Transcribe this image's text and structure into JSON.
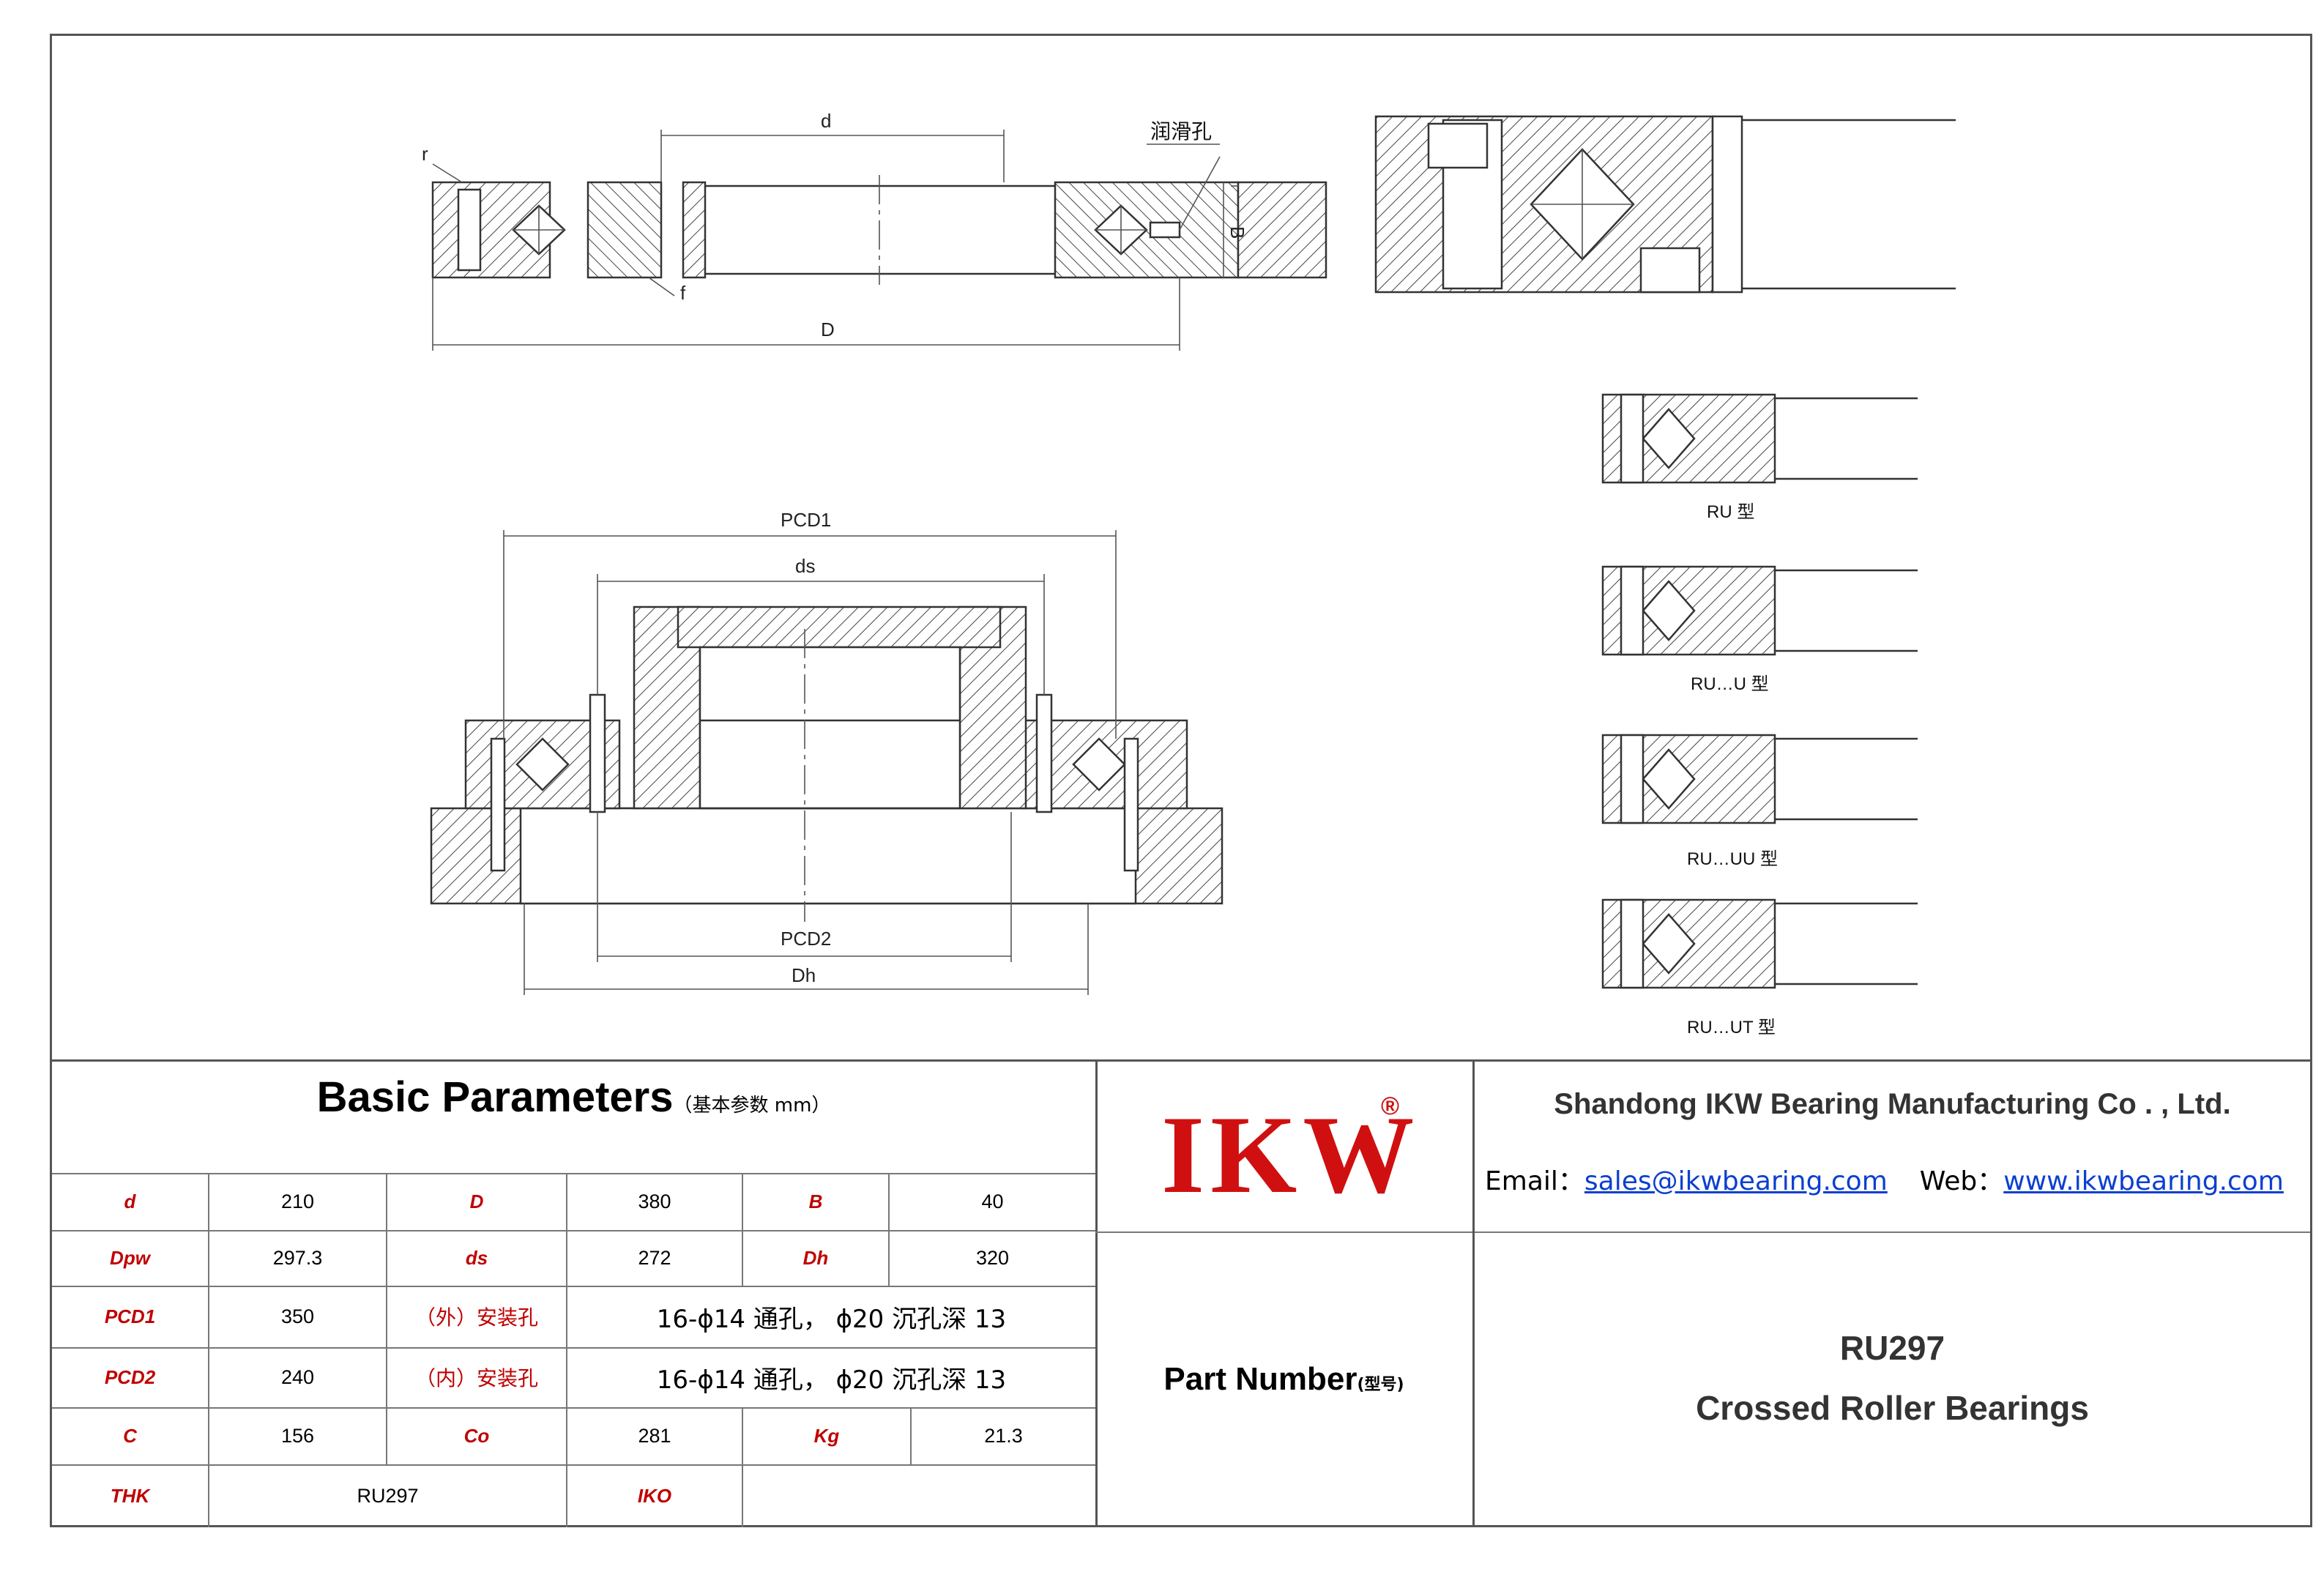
{
  "drawing": {
    "top_labels": {
      "d": "d",
      "D": "D",
      "B": "B",
      "r": "r",
      "f": "f",
      "lube_hole": "润滑孔"
    },
    "mount_labels": {
      "pcd1": "PCD1",
      "ds": "ds",
      "pcd2": "PCD2",
      "dh": "Dh"
    },
    "variants": [
      "RU 型",
      "RU…U 型",
      "RU…UU 型",
      "RU…UT 型"
    ]
  },
  "params": {
    "title": "Basic Parameters",
    "title_note": "（基本参数 mm）",
    "rows": [
      [
        {
          "k": "d"
        },
        {
          "v": "210"
        },
        {
          "k": "D"
        },
        {
          "v": "380"
        },
        {
          "k": "B"
        },
        {
          "v": "40"
        }
      ],
      [
        {
          "k": "Dpw"
        },
        {
          "v": "297.3"
        },
        {
          "k": "ds"
        },
        {
          "v": "272"
        },
        {
          "k": "Dh"
        },
        {
          "v": "320"
        }
      ],
      [
        {
          "k": "PCD1"
        },
        {
          "v": "350"
        },
        {
          "cn": "（外）安装孔"
        },
        {
          "cnv": "16-ϕ14 通孔， ϕ20 沉孔深 13"
        }
      ],
      [
        {
          "k": "PCD2"
        },
        {
          "v": "240"
        },
        {
          "cn": "（内）安装孔"
        },
        {
          "cnv": "16-ϕ14 通孔， ϕ20 沉孔深 13"
        }
      ],
      [
        {
          "k": "C"
        },
        {
          "v": "156"
        },
        {
          "k": "Co"
        },
        {
          "v": "281"
        },
        {
          "k": "Kg"
        },
        {
          "v": "21.3"
        }
      ],
      [
        {
          "k": "THK"
        },
        {
          "v": "RU297"
        },
        {
          "k": "IKO"
        },
        {
          "v": ""
        }
      ]
    ]
  },
  "brand": {
    "logo": "IKW",
    "reg": "®"
  },
  "company": {
    "name": "Shandong IKW Bearing Manufacturing Co . , Ltd.",
    "email_label": "Email：",
    "email": "sales@ikwbearing.com",
    "web_label": "Web：",
    "web": "www.ikwbearing.com"
  },
  "part": {
    "label": "Part Number",
    "label_cn": "(型号)",
    "model": "RU297",
    "description": "Crossed Roller Bearings"
  }
}
